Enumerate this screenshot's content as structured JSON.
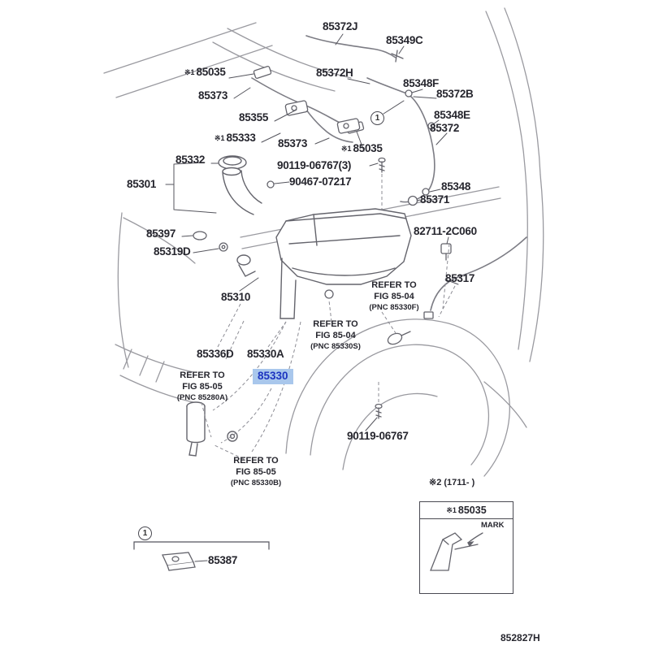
{
  "doc": {
    "code": "852827H"
  },
  "colors": {
    "highlight_bg": "#a9c7ec",
    "highlight_text": "#1d35c0",
    "label_text": "#26262e",
    "line_gray": "#8e8e96"
  },
  "labels": {
    "p85372J": "85372J",
    "p85349C": "85349C",
    "p85035_top": {
      "pre": "※1",
      "num": "85035"
    },
    "p85372H": "85372H",
    "p85348F": "85348F",
    "p85373_a": "85373",
    "p85372B": "85372B",
    "p85355": "85355",
    "p85348E": "85348E",
    "p85372": "85372",
    "p85333": {
      "pre": "※1",
      "num": "85333"
    },
    "p85373_b": "85373",
    "p85035_mid": {
      "pre": "※1",
      "num": "85035"
    },
    "p85332": "85332",
    "p90119_3": "90119-06767(3)",
    "p85301": "85301",
    "p90467": "90467-07217",
    "p85348": "85348",
    "p85371": "85371",
    "p85397": "85397",
    "p82711": "82711-2C060",
    "p85319D": "85319D",
    "p85317": "85317",
    "p85310": "85310",
    "p85336D": "85336D",
    "p85330A": "85330A",
    "p85330": "85330",
    "p90119_b": "90119-06767",
    "p85387": "85387"
  },
  "refs": {
    "fig8504_f": {
      "l1": "REFER TO",
      "l2": "FIG 85-04",
      "l3": "(PNC 85330F)"
    },
    "fig8504_s": {
      "l1": "REFER TO",
      "l2": "FIG 85-04",
      "l3": "(PNC 85330S)"
    },
    "fig8505_a": {
      "l1": "REFER TO",
      "l2": "FIG 85-05",
      "l3": "(PNC 85280A)"
    },
    "fig8505_b": {
      "l1": "REFER TO",
      "l2": "FIG 85-05",
      "l3": "(PNC 85330B)"
    }
  },
  "notes": {
    "note2": "※2 (1711-    )",
    "box_header": {
      "pre": "※1",
      "num": "85035"
    },
    "mark": "MARK"
  },
  "callouts": {
    "c1_diagram": "1",
    "c1_legend": "1"
  }
}
